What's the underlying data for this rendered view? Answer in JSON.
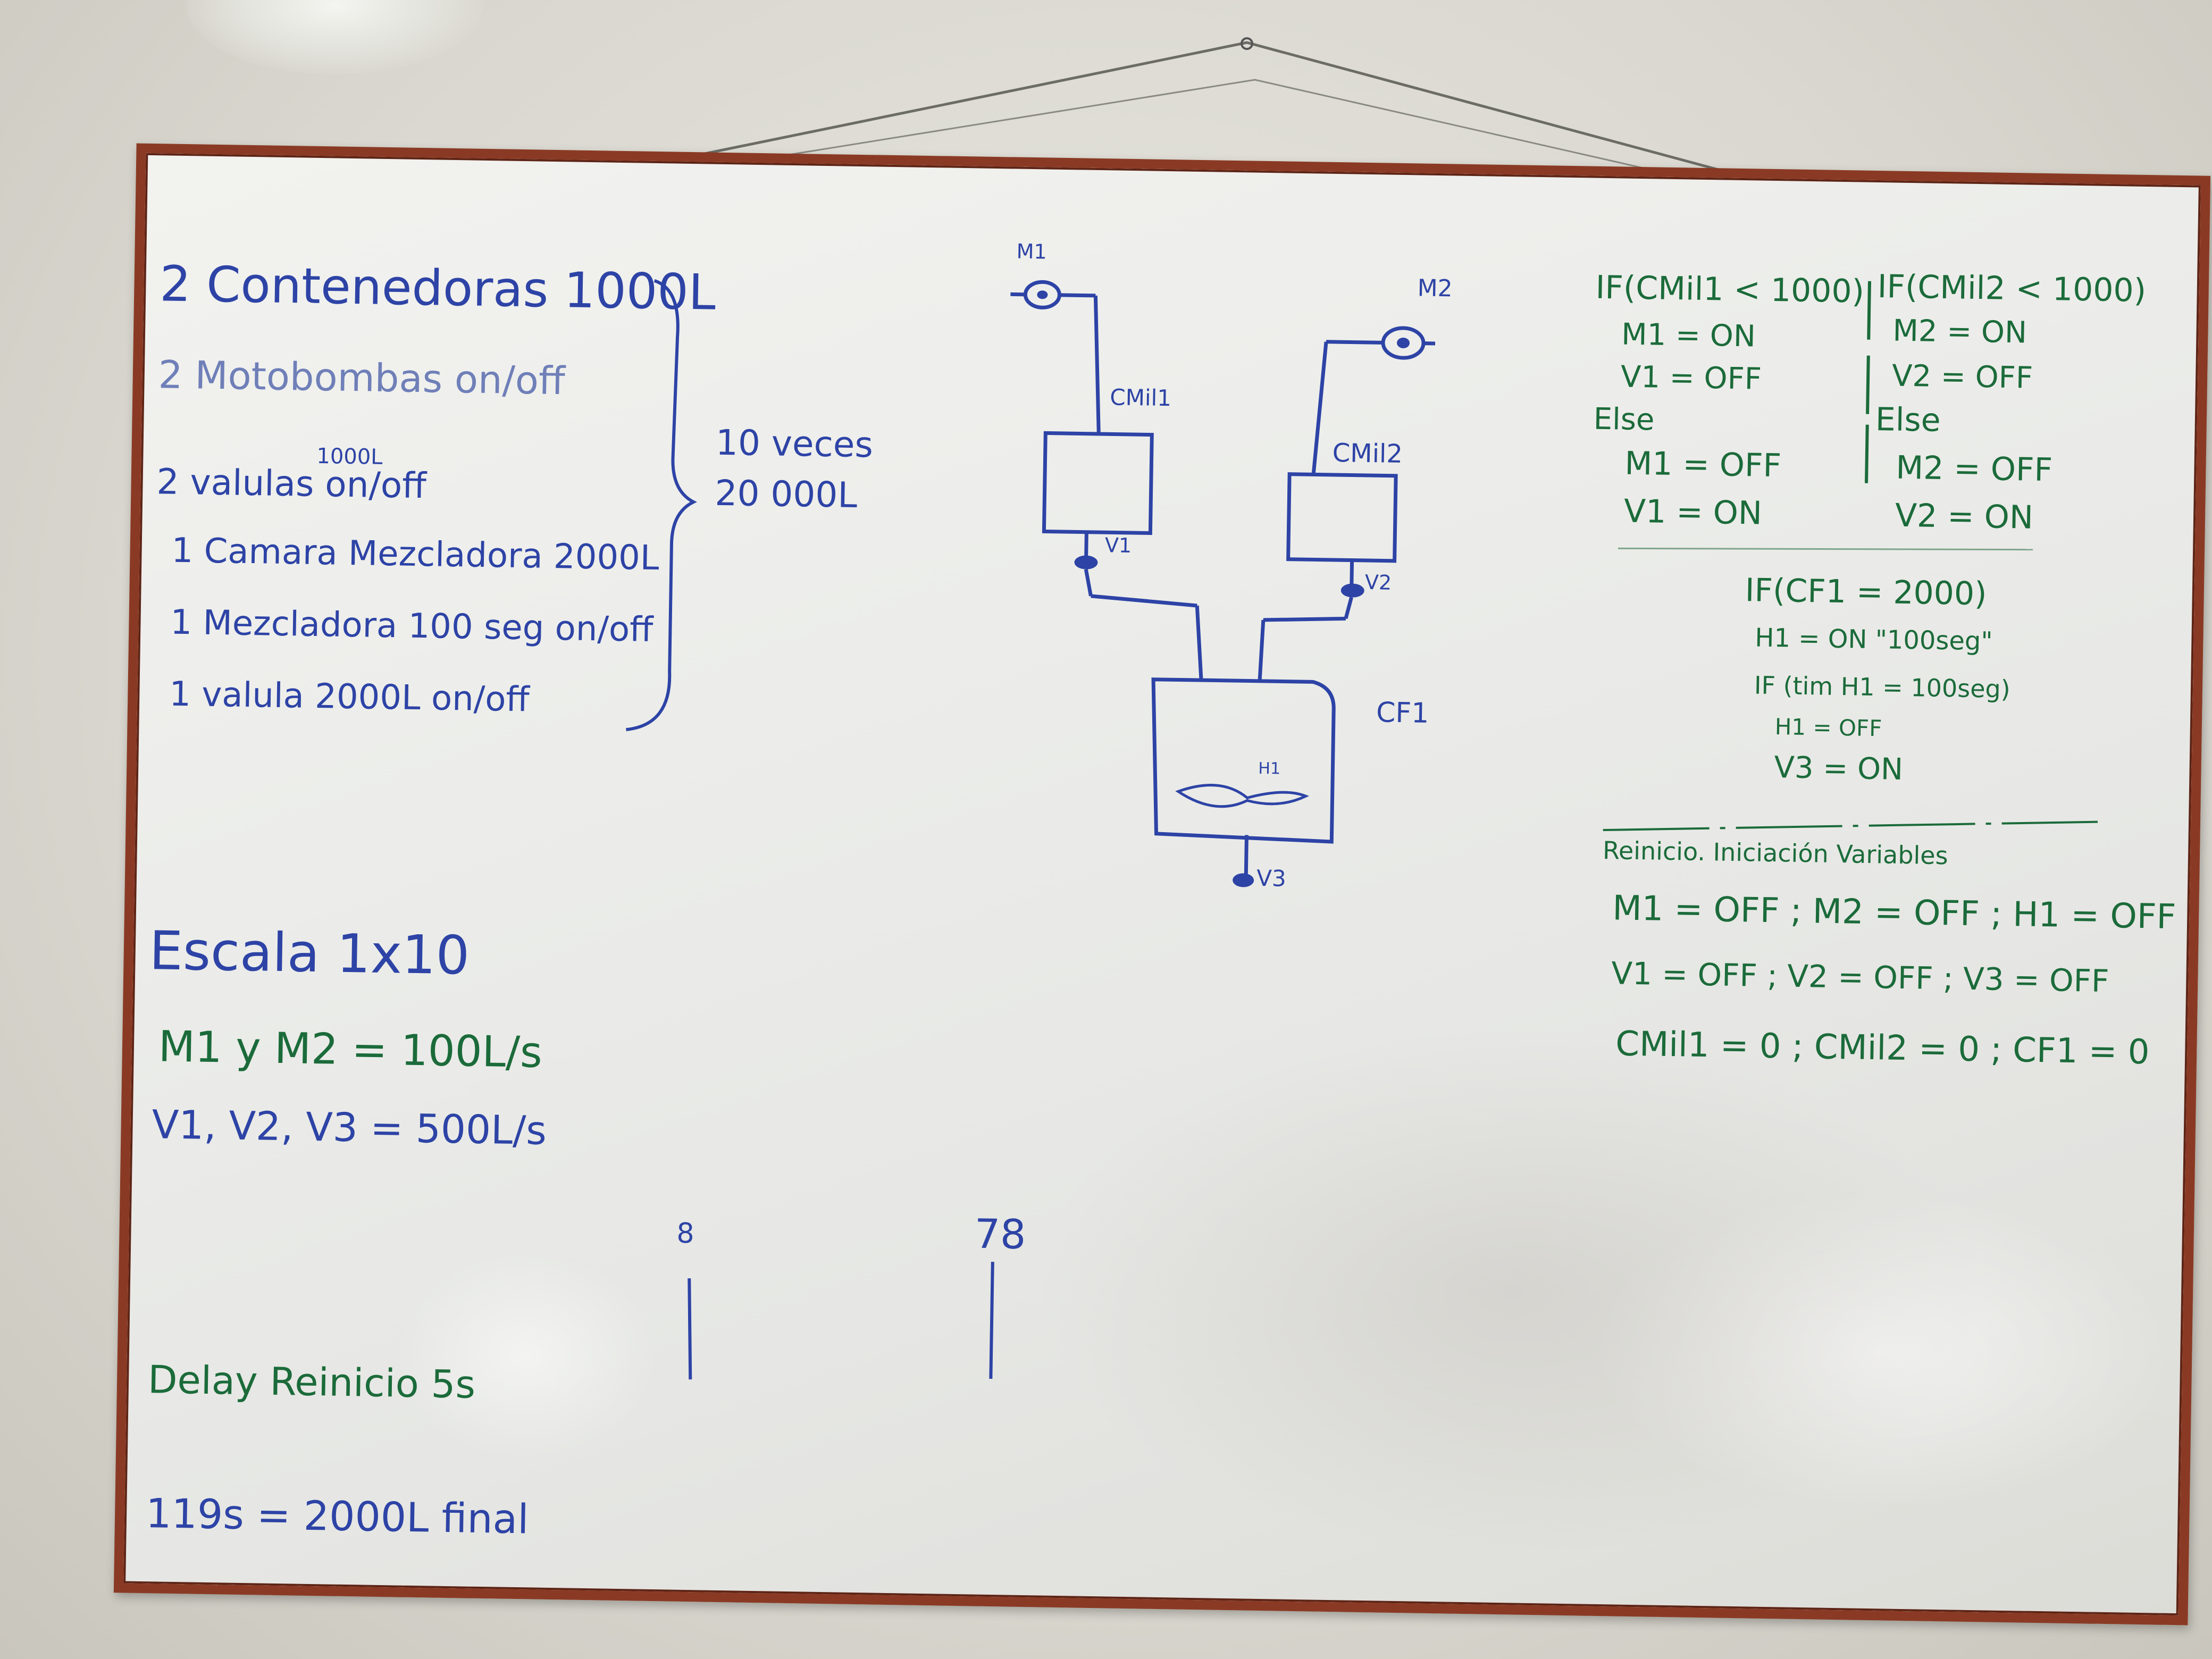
{
  "left_list": {
    "line1": "2 Contenedoras 1000L",
    "line2": "2 Motobombas on/off",
    "line3_main": "2 valulas on/off",
    "line3_sup": "1000L",
    "line4": "1 Camara Mezcladora 2000L",
    "line5": "1 Mezcladora 100 seg on/off",
    "line6": "1 valula 2000L on/off",
    "brace_note1": "10 veces",
    "brace_note2": "20 000L"
  },
  "scale_block": {
    "title": "Escala 1x10",
    "pumps": "M1 y M2 = 100L/s",
    "valves": "V1, V2, V3 = 500L/s"
  },
  "bottom_notes": {
    "delay": "Delay Reinicio 5s",
    "final": "119s = 2000L final",
    "mark_small": "8",
    "mark_large": "78"
  },
  "diagram": {
    "pump1": "M1",
    "pump2": "M2",
    "tank1": "CMil1",
    "tank2": "CMil2",
    "valve1": "V1",
    "valve2": "V2",
    "valve3": "V3",
    "mixer_chamber": "CF1",
    "mixer": "H1"
  },
  "logic": {
    "if1": "IF(CMil1 < 1000)",
    "if1_a": "M1 = ON",
    "if1_b": "V1 = OFF",
    "else1": "Else",
    "else1_a": "M1 = OFF",
    "else1_b": "V1 = ON",
    "if2": "IF(CMil2 < 1000)",
    "if2_a": "M2 = ON",
    "if2_b": "V2 = OFF",
    "else2": "Else",
    "else2_a": "M2 = OFF",
    "else2_b": "V2 = ON",
    "if3": "IF(CF1 = 2000)",
    "if3_a": "H1 = ON \"100seg\"",
    "if3_b": "IF (tim H1 = 100seg)",
    "if3_c": "H1 = OFF",
    "if3_d": "V3 = ON",
    "reset_title": "Reinicio. Iniciación Variables",
    "reset1": "M1 = OFF ; M2 = OFF ; H1 = OFF",
    "reset2": "V1 = OFF ; V2 = OFF ; V3 = OFF",
    "reset3": "CMil1 = 0 ; CMil2 = 0 ; CF1 = 0"
  },
  "colors": {
    "board_frame": "#8a3a24",
    "blue_marker": "#2d43a6",
    "green_marker": "#1b6b3a"
  }
}
